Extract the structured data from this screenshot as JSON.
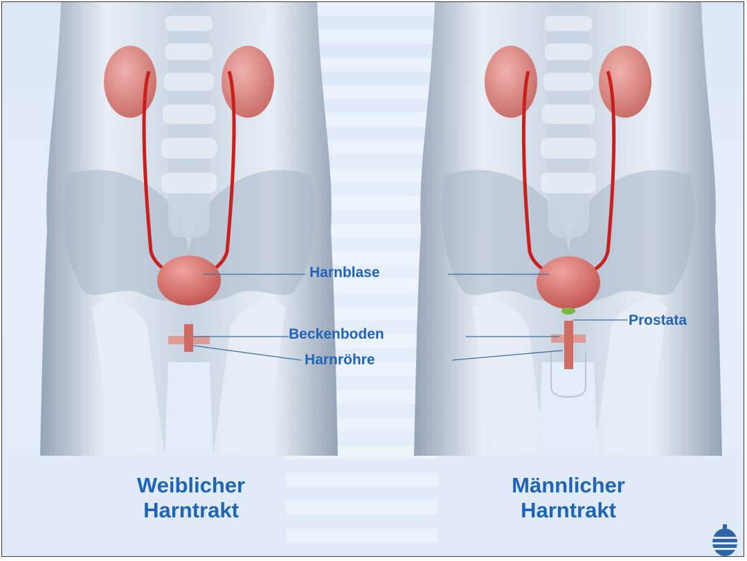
{
  "labels": {
    "bladder": "Harnblase",
    "pelvic_floor": "Beckenboden",
    "urethra": "Harnröhre",
    "prostate": "Prostata"
  },
  "captions": {
    "female": [
      "Weiblicher",
      "Harntrakt"
    ],
    "male": [
      "Männlicher",
      "Harntrakt"
    ]
  },
  "colors": {
    "label_text": "#1f64b6",
    "leader_line": "#3d6f9c",
    "kidney": "#d98a86",
    "ureter": "#c8201c",
    "bladder": "#cf6e6a",
    "prostate": "#7ab640",
    "pelvic_floor": "#e09088"
  },
  "icons": {
    "logo": "lantern-logo-icon"
  }
}
